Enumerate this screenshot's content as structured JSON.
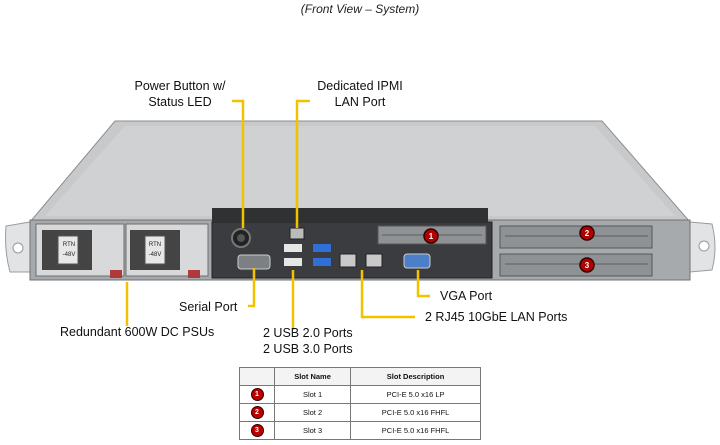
{
  "caption": "(Front View – System)",
  "callouts": {
    "power_button": [
      "Power Button w/",
      "Status LED"
    ],
    "ipmi": [
      "Dedicated IPMI",
      "LAN Port"
    ],
    "serial": "Serial Port",
    "psu": "Redundant 600W DC PSUs",
    "usb": [
      "2 USB 2.0 Ports",
      "2 USB 3.0 Ports"
    ],
    "vga": "VGA Port",
    "rj45": "2 RJ45 10GbE LAN Ports"
  },
  "psu_labels": [
    "RTN",
    "-48V"
  ],
  "slot_markers": [
    "1",
    "2",
    "3"
  ],
  "slot_table": {
    "headers": [
      "",
      "Slot Name",
      "Slot Description"
    ],
    "rows": [
      {
        "num": "1",
        "name": "Slot 1",
        "desc": "PCI-E 5.0 x16 LP"
      },
      {
        "num": "2",
        "name": "Slot 2",
        "desc": "PCI-E 5.0 x16 FHFL"
      },
      {
        "num": "3",
        "name": "Slot 3",
        "desc": "PCI-E 5.0 x16 FHFL"
      }
    ]
  },
  "colors": {
    "callout_line": "#f2c200",
    "marker": "#b00000",
    "chassis": "#b9bcbf"
  }
}
